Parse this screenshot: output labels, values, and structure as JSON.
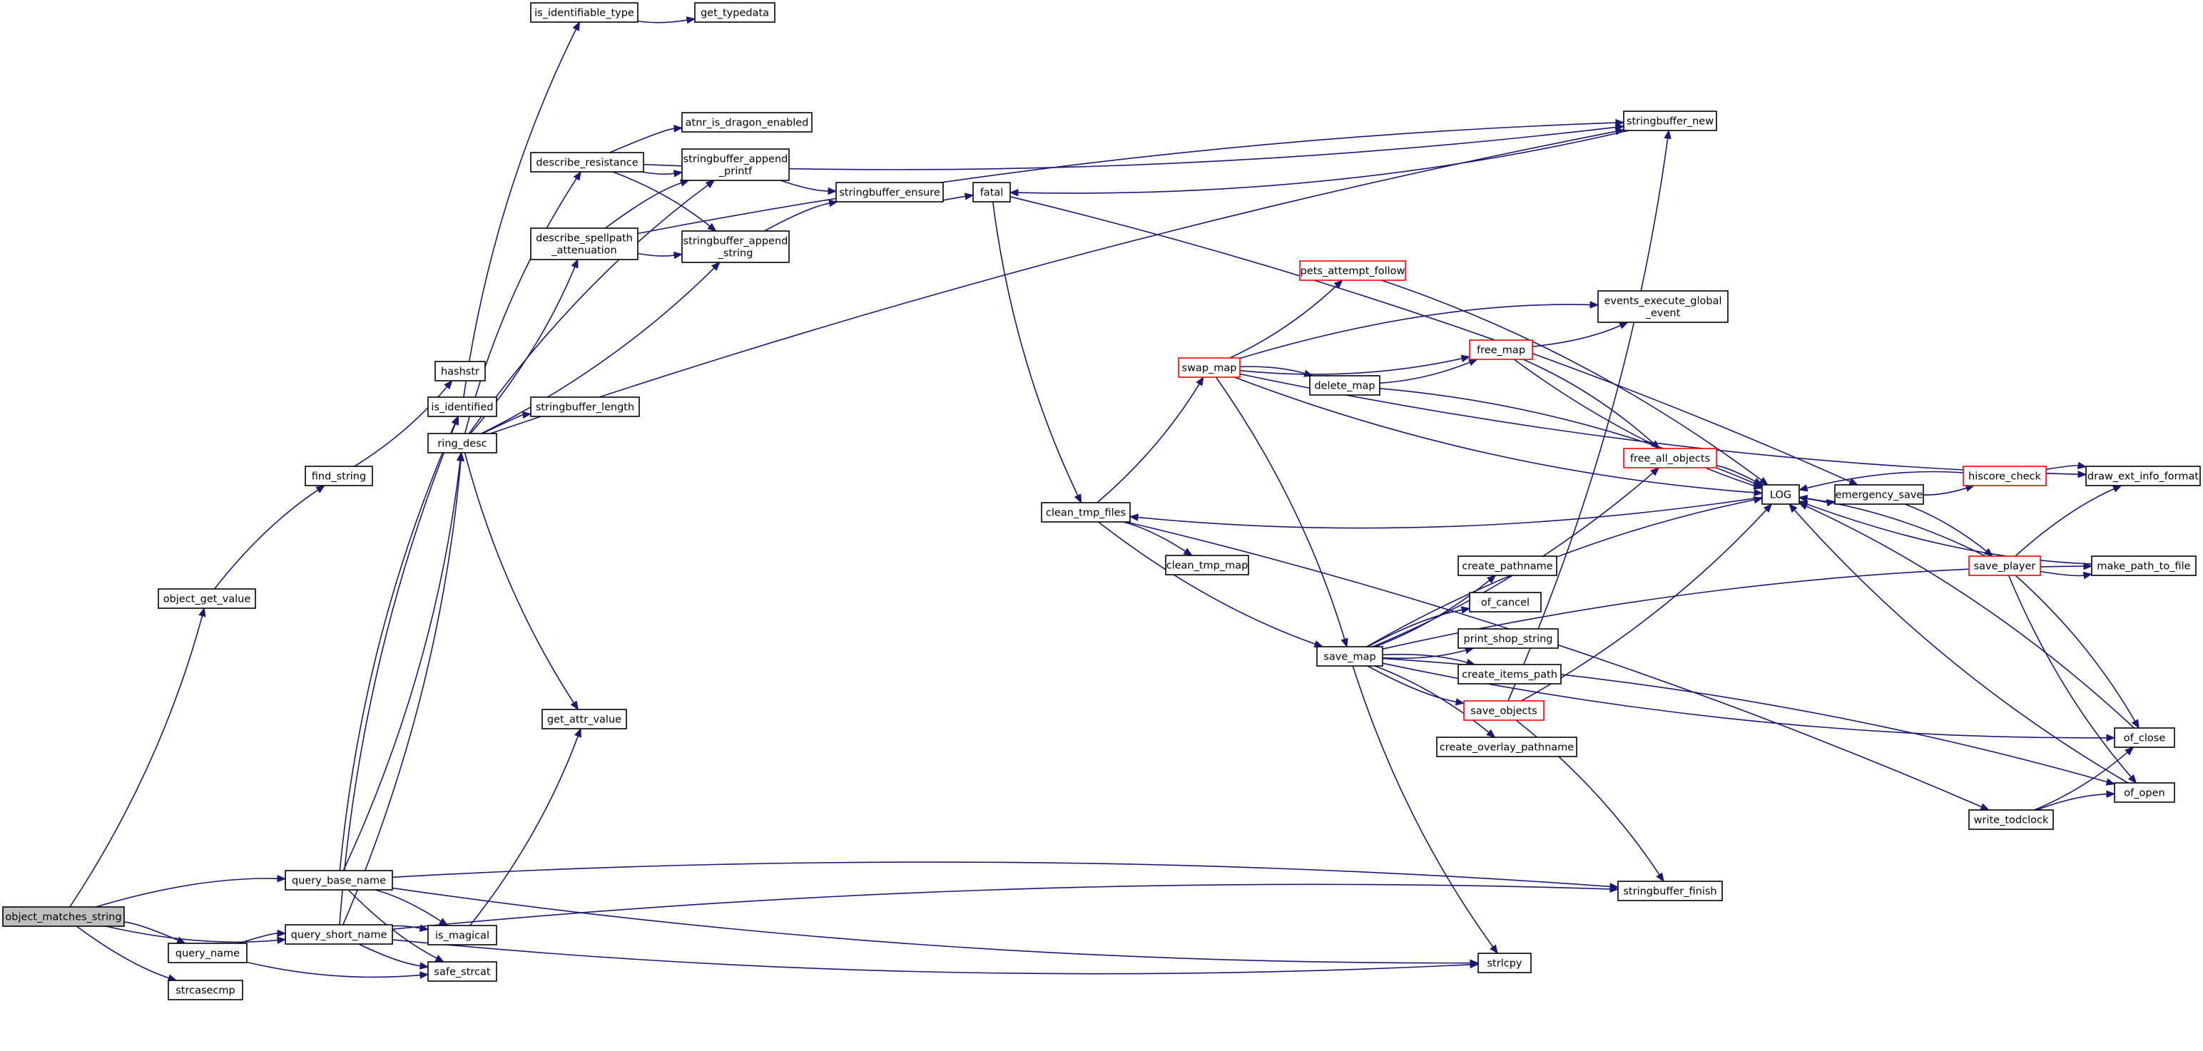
{
  "graph": {
    "root": "object_matches_string",
    "edge_color": "#191970",
    "truncated_border_color": "#ff0000",
    "root_fill_color": "#bfbfbf"
  },
  "nodes": [
    {
      "id": "object_matches_string",
      "lines": [
        "object_matches_string"
      ],
      "root": true
    },
    {
      "id": "object_get_value",
      "lines": [
        "object_get_value"
      ]
    },
    {
      "id": "find_string",
      "lines": [
        "find_string"
      ]
    },
    {
      "id": "hashstr",
      "lines": [
        "hashstr"
      ]
    },
    {
      "id": "query_base_name",
      "lines": [
        "query_base_name"
      ]
    },
    {
      "id": "query_short_name",
      "lines": [
        "query_short_name"
      ]
    },
    {
      "id": "query_name",
      "lines": [
        "query_name"
      ]
    },
    {
      "id": "strcasecmp",
      "lines": [
        "strcasecmp"
      ]
    },
    {
      "id": "is_identifiable_type",
      "lines": [
        "is_identifiable_type"
      ]
    },
    {
      "id": "get_typedata",
      "lines": [
        "get_typedata"
      ]
    },
    {
      "id": "is_identified",
      "lines": [
        "is_identified"
      ]
    },
    {
      "id": "ring_desc",
      "lines": [
        "ring_desc"
      ]
    },
    {
      "id": "describe_resistance",
      "lines": [
        "describe_resistance"
      ]
    },
    {
      "id": "describe_spellpath_attenuation",
      "lines": [
        "describe_spellpath",
        "_attenuation"
      ]
    },
    {
      "id": "stringbuffer_length",
      "lines": [
        "stringbuffer_length"
      ]
    },
    {
      "id": "get_attr_value",
      "lines": [
        "get_attr_value"
      ]
    },
    {
      "id": "is_magical",
      "lines": [
        "is_magical"
      ]
    },
    {
      "id": "safe_strcat",
      "lines": [
        "safe_strcat"
      ]
    },
    {
      "id": "atnr_is_dragon_enabled",
      "lines": [
        "atnr_is_dragon_enabled"
      ]
    },
    {
      "id": "stringbuffer_append_printf",
      "lines": [
        "stringbuffer_append",
        "_printf"
      ]
    },
    {
      "id": "stringbuffer_append_string",
      "lines": [
        "stringbuffer_append",
        "_string"
      ]
    },
    {
      "id": "stringbuffer_ensure",
      "lines": [
        "stringbuffer_ensure"
      ]
    },
    {
      "id": "fatal",
      "lines": [
        "fatal"
      ]
    },
    {
      "id": "stringbuffer_new",
      "lines": [
        "stringbuffer_new"
      ]
    },
    {
      "id": "clean_tmp_files",
      "lines": [
        "clean_tmp_files"
      ]
    },
    {
      "id": "clean_tmp_map",
      "lines": [
        "clean_tmp_map"
      ]
    },
    {
      "id": "swap_map",
      "lines": [
        "swap_map"
      ],
      "truncated": true
    },
    {
      "id": "pets_attempt_follow",
      "lines": [
        "pets_attempt_follow"
      ],
      "truncated": true
    },
    {
      "id": "delete_map",
      "lines": [
        "delete_map"
      ]
    },
    {
      "id": "free_map",
      "lines": [
        "free_map"
      ],
      "truncated": true
    },
    {
      "id": "events_execute_global_event",
      "lines": [
        "events_execute_global",
        "_event"
      ]
    },
    {
      "id": "free_all_objects",
      "lines": [
        "free_all_objects"
      ],
      "truncated": true
    },
    {
      "id": "save_map",
      "lines": [
        "save_map"
      ]
    },
    {
      "id": "create_pathname",
      "lines": [
        "create_pathname"
      ]
    },
    {
      "id": "of_cancel",
      "lines": [
        "of_cancel"
      ]
    },
    {
      "id": "print_shop_string",
      "lines": [
        "print_shop_string"
      ]
    },
    {
      "id": "create_items_path",
      "lines": [
        "create_items_path"
      ]
    },
    {
      "id": "save_objects",
      "lines": [
        "save_objects"
      ],
      "truncated": true
    },
    {
      "id": "create_overlay_pathname",
      "lines": [
        "create_overlay_pathname"
      ]
    },
    {
      "id": "strlcpy",
      "lines": [
        "strlcpy"
      ]
    },
    {
      "id": "stringbuffer_finish",
      "lines": [
        "stringbuffer_finish"
      ]
    },
    {
      "id": "LOG",
      "lines": [
        "LOG"
      ]
    },
    {
      "id": "emergency_save",
      "lines": [
        "emergency_save"
      ]
    },
    {
      "id": "hiscore_check",
      "lines": [
        "hiscore_check"
      ],
      "truncated": true
    },
    {
      "id": "draw_ext_info_format",
      "lines": [
        "draw_ext_info_format"
      ]
    },
    {
      "id": "save_player",
      "lines": [
        "save_player"
      ],
      "truncated": true
    },
    {
      "id": "make_path_to_file",
      "lines": [
        "make_path_to_file"
      ]
    },
    {
      "id": "of_close",
      "lines": [
        "of_close"
      ]
    },
    {
      "id": "of_open",
      "lines": [
        "of_open"
      ]
    },
    {
      "id": "write_todclock",
      "lines": [
        "write_todclock"
      ]
    }
  ],
  "edges": [
    [
      "object_matches_string",
      "object_get_value"
    ],
    [
      "object_matches_string",
      "query_base_name"
    ],
    [
      "object_matches_string",
      "query_short_name"
    ],
    [
      "object_matches_string",
      "query_name"
    ],
    [
      "object_matches_string",
      "strcasecmp"
    ],
    [
      "object_get_value",
      "find_string"
    ],
    [
      "find_string",
      "hashstr"
    ],
    [
      "query_base_name",
      "is_identified"
    ],
    [
      "query_base_name",
      "ring_desc"
    ],
    [
      "query_base_name",
      "is_magical"
    ],
    [
      "query_base_name",
      "safe_strcat"
    ],
    [
      "query_base_name",
      "stringbuffer_finish"
    ],
    [
      "query_base_name",
      "strlcpy"
    ],
    [
      "query_short_name",
      "is_identified"
    ],
    [
      "query_short_name",
      "ring_desc"
    ],
    [
      "query_short_name",
      "is_magical"
    ],
    [
      "query_short_name",
      "safe_strcat"
    ],
    [
      "query_short_name",
      "stringbuffer_finish"
    ],
    [
      "query_short_name",
      "strlcpy"
    ],
    [
      "query_name",
      "query_short_name"
    ],
    [
      "query_name",
      "safe_strcat"
    ],
    [
      "is_identified",
      "is_identifiable_type"
    ],
    [
      "is_identifiable_type",
      "get_typedata"
    ],
    [
      "ring_desc",
      "describe_resistance"
    ],
    [
      "ring_desc",
      "describe_spellpath_attenuation"
    ],
    [
      "ring_desc",
      "stringbuffer_length"
    ],
    [
      "ring_desc",
      "get_attr_value"
    ],
    [
      "ring_desc",
      "stringbuffer_append_printf"
    ],
    [
      "ring_desc",
      "stringbuffer_append_string"
    ],
    [
      "ring_desc",
      "stringbuffer_new"
    ],
    [
      "is_magical",
      "get_attr_value"
    ],
    [
      "describe_resistance",
      "atnr_is_dragon_enabled"
    ],
    [
      "describe_resistance",
      "stringbuffer_append_printf"
    ],
    [
      "describe_resistance",
      "stringbuffer_append_string"
    ],
    [
      "describe_resistance",
      "stringbuffer_new"
    ],
    [
      "describe_spellpath_attenuation",
      "stringbuffer_append_printf"
    ],
    [
      "describe_spellpath_attenuation",
      "stringbuffer_append_string"
    ],
    [
      "describe_spellpath_attenuation",
      "stringbuffer_new"
    ],
    [
      "stringbuffer_append_printf",
      "stringbuffer_ensure"
    ],
    [
      "stringbuffer_append_string",
      "stringbuffer_ensure"
    ],
    [
      "stringbuffer_ensure",
      "fatal"
    ],
    [
      "stringbuffer_new",
      "fatal"
    ],
    [
      "fatal",
      "clean_tmp_files"
    ],
    [
      "fatal",
      "emergency_save"
    ],
    [
      "clean_tmp_files",
      "swap_map"
    ],
    [
      "clean_tmp_files",
      "clean_tmp_map"
    ],
    [
      "clean_tmp_files",
      "save_map"
    ],
    [
      "clean_tmp_files",
      "write_todclock"
    ],
    [
      "swap_map",
      "pets_attempt_follow"
    ],
    [
      "swap_map",
      "events_execute_global_event"
    ],
    [
      "swap_map",
      "free_map"
    ],
    [
      "swap_map",
      "delete_map"
    ],
    [
      "swap_map",
      "LOG"
    ],
    [
      "swap_map",
      "save_map"
    ],
    [
      "swap_map",
      "draw_ext_info_format"
    ],
    [
      "pets_attempt_follow",
      "LOG"
    ],
    [
      "delete_map",
      "free_map"
    ],
    [
      "delete_map",
      "LOG"
    ],
    [
      "free_map",
      "events_execute_global_event"
    ],
    [
      "free_map",
      "free_all_objects"
    ],
    [
      "free_map",
      "LOG"
    ],
    [
      "free_all_objects",
      "LOG"
    ],
    [
      "save_map",
      "create_pathname"
    ],
    [
      "save_map",
      "of_cancel"
    ],
    [
      "save_map",
      "print_shop_string"
    ],
    [
      "save_map",
      "create_items_path"
    ],
    [
      "save_map",
      "save_objects"
    ],
    [
      "save_map",
      "create_overlay_pathname"
    ],
    [
      "save_map",
      "strlcpy"
    ],
    [
      "save_map",
      "LOG"
    ],
    [
      "save_map",
      "free_all_objects"
    ],
    [
      "save_map",
      "make_path_to_file"
    ],
    [
      "save_map",
      "of_close"
    ],
    [
      "save_map",
      "of_open"
    ],
    [
      "save_objects",
      "stringbuffer_new"
    ],
    [
      "save_objects",
      "stringbuffer_finish"
    ],
    [
      "save_objects",
      "LOG"
    ],
    [
      "LOG",
      "clean_tmp_files"
    ],
    [
      "LOG",
      "emergency_save"
    ],
    [
      "emergency_save",
      "LOG"
    ],
    [
      "emergency_save",
      "hiscore_check"
    ],
    [
      "emergency_save",
      "save_player"
    ],
    [
      "hiscore_check",
      "LOG"
    ],
    [
      "hiscore_check",
      "draw_ext_info_format"
    ],
    [
      "save_player",
      "LOG"
    ],
    [
      "save_player",
      "draw_ext_info_format"
    ],
    [
      "save_player",
      "make_path_to_file"
    ],
    [
      "save_player",
      "of_close"
    ],
    [
      "save_player",
      "of_open"
    ],
    [
      "make_path_to_file",
      "LOG"
    ],
    [
      "of_close",
      "LOG"
    ],
    [
      "of_open",
      "LOG"
    ],
    [
      "write_todclock",
      "of_close"
    ],
    [
      "write_todclock",
      "of_open"
    ]
  ]
}
